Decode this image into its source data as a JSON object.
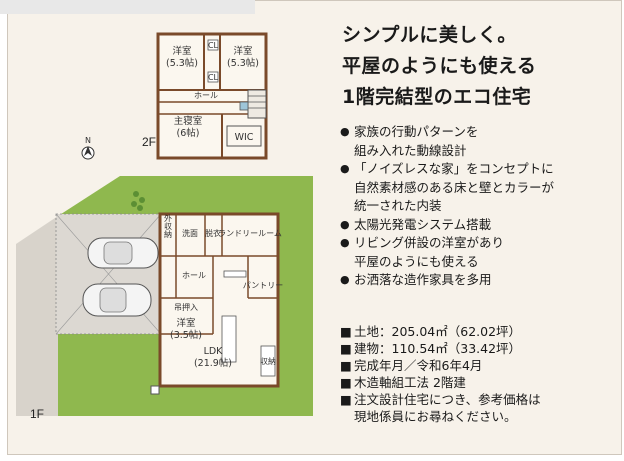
{
  "headline": {
    "line1": "シンプルに美しく。",
    "line2": "平屋のようにも使える",
    "line3": "1階完結型のエコ住宅"
  },
  "features": [
    {
      "lines": [
        "家族の行動パターンを",
        "組み入れた動線設計"
      ]
    },
    {
      "lines": [
        "「ノイズレスな家」をコンセプトに",
        "自然素材感のある床と壁とカラーが",
        "統一された内装"
      ]
    },
    {
      "lines": [
        "太陽光発電システム搭載"
      ]
    },
    {
      "lines": [
        "リビング併設の洋室があり",
        "平屋のようにも使える"
      ]
    },
    {
      "lines": [
        "お洒落な造作家具を多用"
      ]
    }
  ],
  "specs": [
    {
      "lines": [
        "土地：205.04㎡（62.02坪）"
      ]
    },
    {
      "lines": [
        "建物：110.54㎡（33.42坪）"
      ]
    },
    {
      "lines": [
        "完成年月／令和6年4月"
      ]
    },
    {
      "lines": [
        "木造軸組工法 2階建"
      ]
    },
    {
      "lines": [
        "注文設計住宅につき、参考価格は",
        "現地係員にお尋ねください。"
      ]
    }
  ],
  "plan2f": {
    "floor": "2F",
    "rooms": {
      "western1": "洋室",
      "western1_size": "(5.3帖)",
      "western2": "洋室",
      "western2_size": "(5.3帖)",
      "master": "主寝室",
      "master_size": "(6帖)",
      "hall": "ホール",
      "wic": "WIC",
      "cl": "CL"
    }
  },
  "plan1f": {
    "floor": "1F",
    "rooms": {
      "storage_out": "外収納",
      "wash": "洗面",
      "bath": "脱衣",
      "laundry": "ランドリールーム",
      "hall": "ホール",
      "oshiire": "吊押入",
      "western": "洋室",
      "western_size": "(3.5帖)",
      "pantry": "パントリー",
      "ldk": "LDK",
      "ldk_size": "(21.9帖)",
      "storage": "収納"
    }
  },
  "compass": "N",
  "spec_marker": "■",
  "feature_marker": "●"
}
